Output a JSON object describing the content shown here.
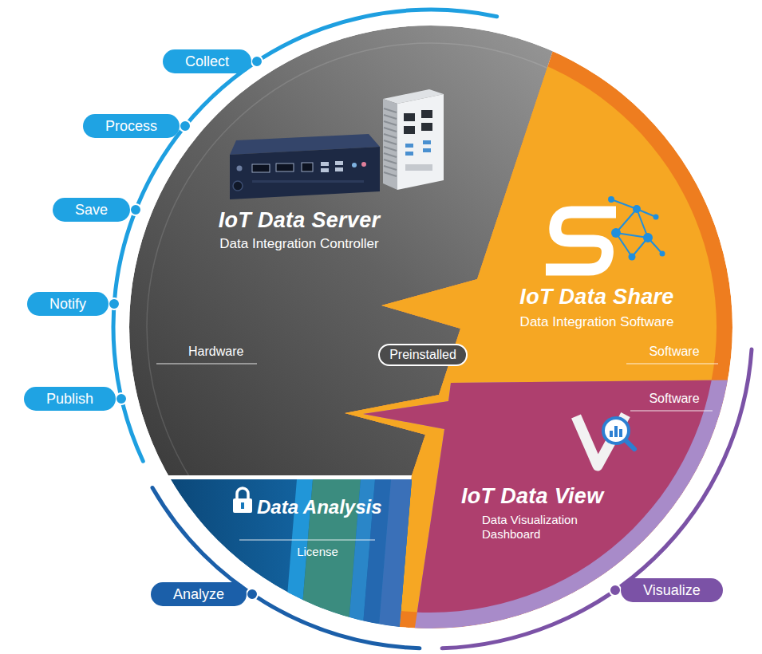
{
  "diagram": {
    "nodes": [
      {
        "text": [
          "Collect"
        ]
      },
      {
        "text": [
          "Process"
        ]
      },
      {
        "text": [
          "IoT Data Server",
          "Data Integration Controller",
          "Hardware"
        ]
      },
      {
        "text": [
          "IoT Data Share",
          "Data Integration Software",
          "Software"
        ]
      },
      {
        "text": [
          "Save"
        ]
      },
      {
        "text": [
          "Notify"
        ]
      },
      {
        "text": [
          "Preinstalled"
        ]
      },
      {
        "text": [
          "Publish"
        ]
      },
      {
        "text": [
          "Software",
          "IoT Data View",
          "Data Visualization Dashboard"
        ]
      },
      {
        "text": [
          "Data Analysis",
          "License"
        ]
      },
      {
        "text": [
          "Analyze"
        ]
      },
      {
        "text": [
          "Visualize"
        ]
      }
    ]
  }
}
